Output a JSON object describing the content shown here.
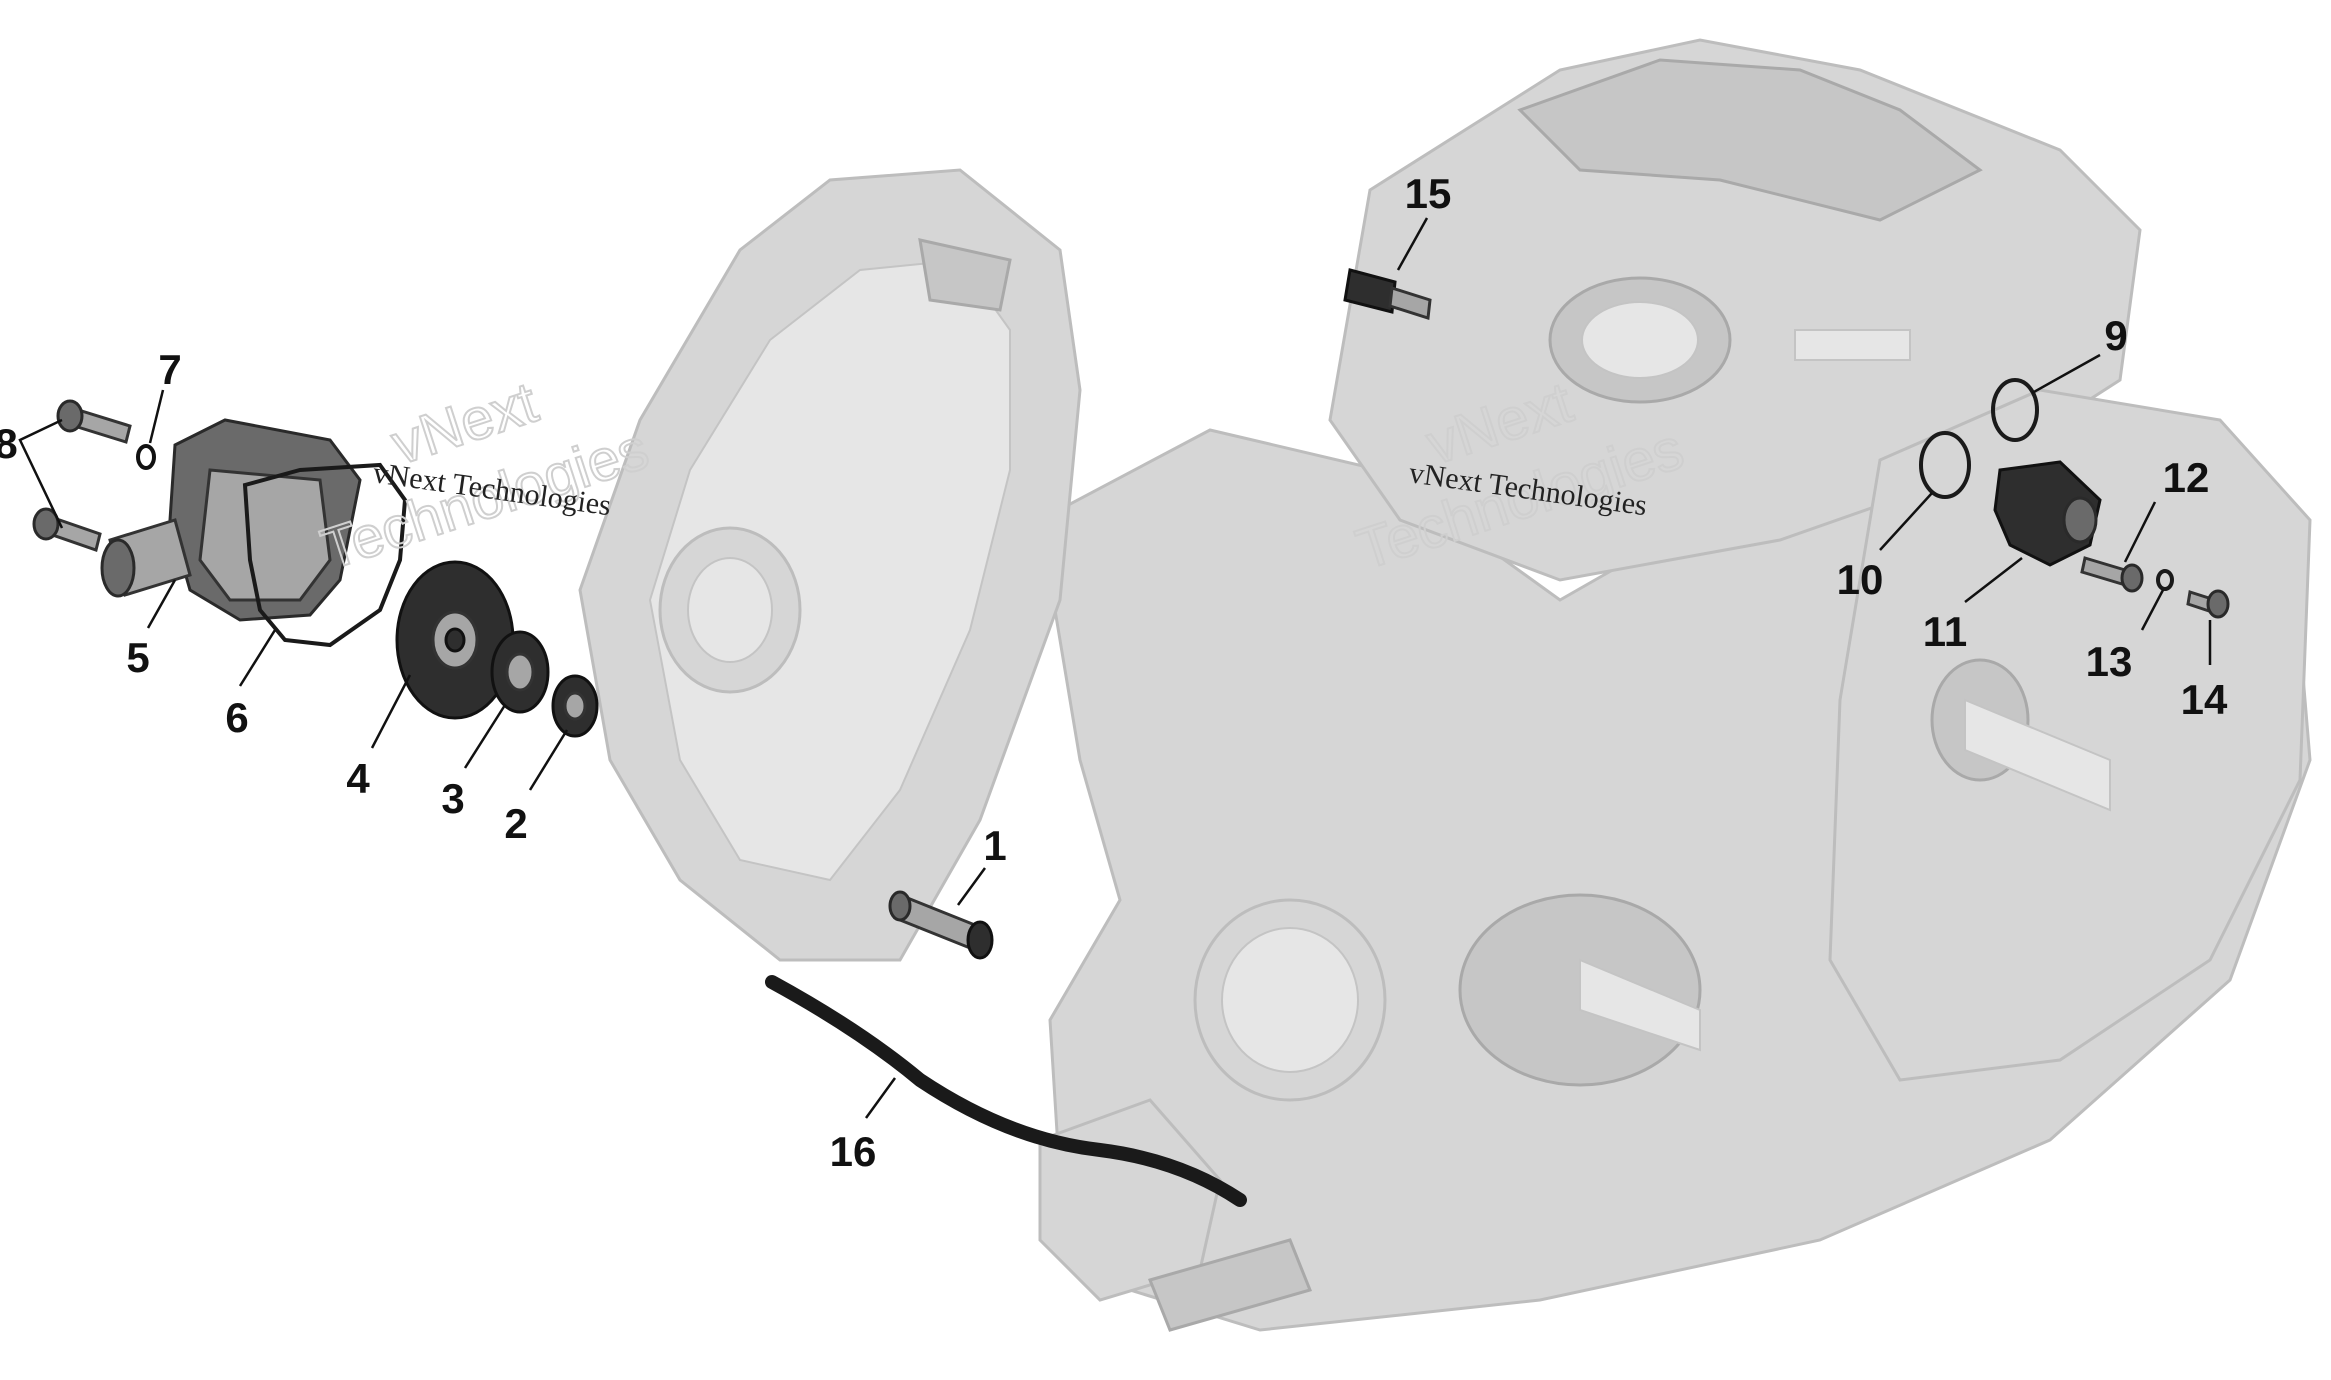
{
  "callouts": [
    {
      "id": "1",
      "label": "1"
    },
    {
      "id": "2",
      "label": "2"
    },
    {
      "id": "3",
      "label": "3"
    },
    {
      "id": "4",
      "label": "4"
    },
    {
      "id": "5",
      "label": "5"
    },
    {
      "id": "6",
      "label": "6"
    },
    {
      "id": "7",
      "label": "7"
    },
    {
      "id": "8",
      "label": "8"
    },
    {
      "id": "9",
      "label": "9"
    },
    {
      "id": "10",
      "label": "10"
    },
    {
      "id": "11",
      "label": "11"
    },
    {
      "id": "12",
      "label": "12"
    },
    {
      "id": "13",
      "label": "13"
    },
    {
      "id": "14",
      "label": "14"
    },
    {
      "id": "15",
      "label": "15"
    },
    {
      "id": "16",
      "label": "16"
    }
  ],
  "watermark": {
    "small_text": "vNext Technologies",
    "large_line1": "vNext",
    "large_line2": "Technologies"
  }
}
